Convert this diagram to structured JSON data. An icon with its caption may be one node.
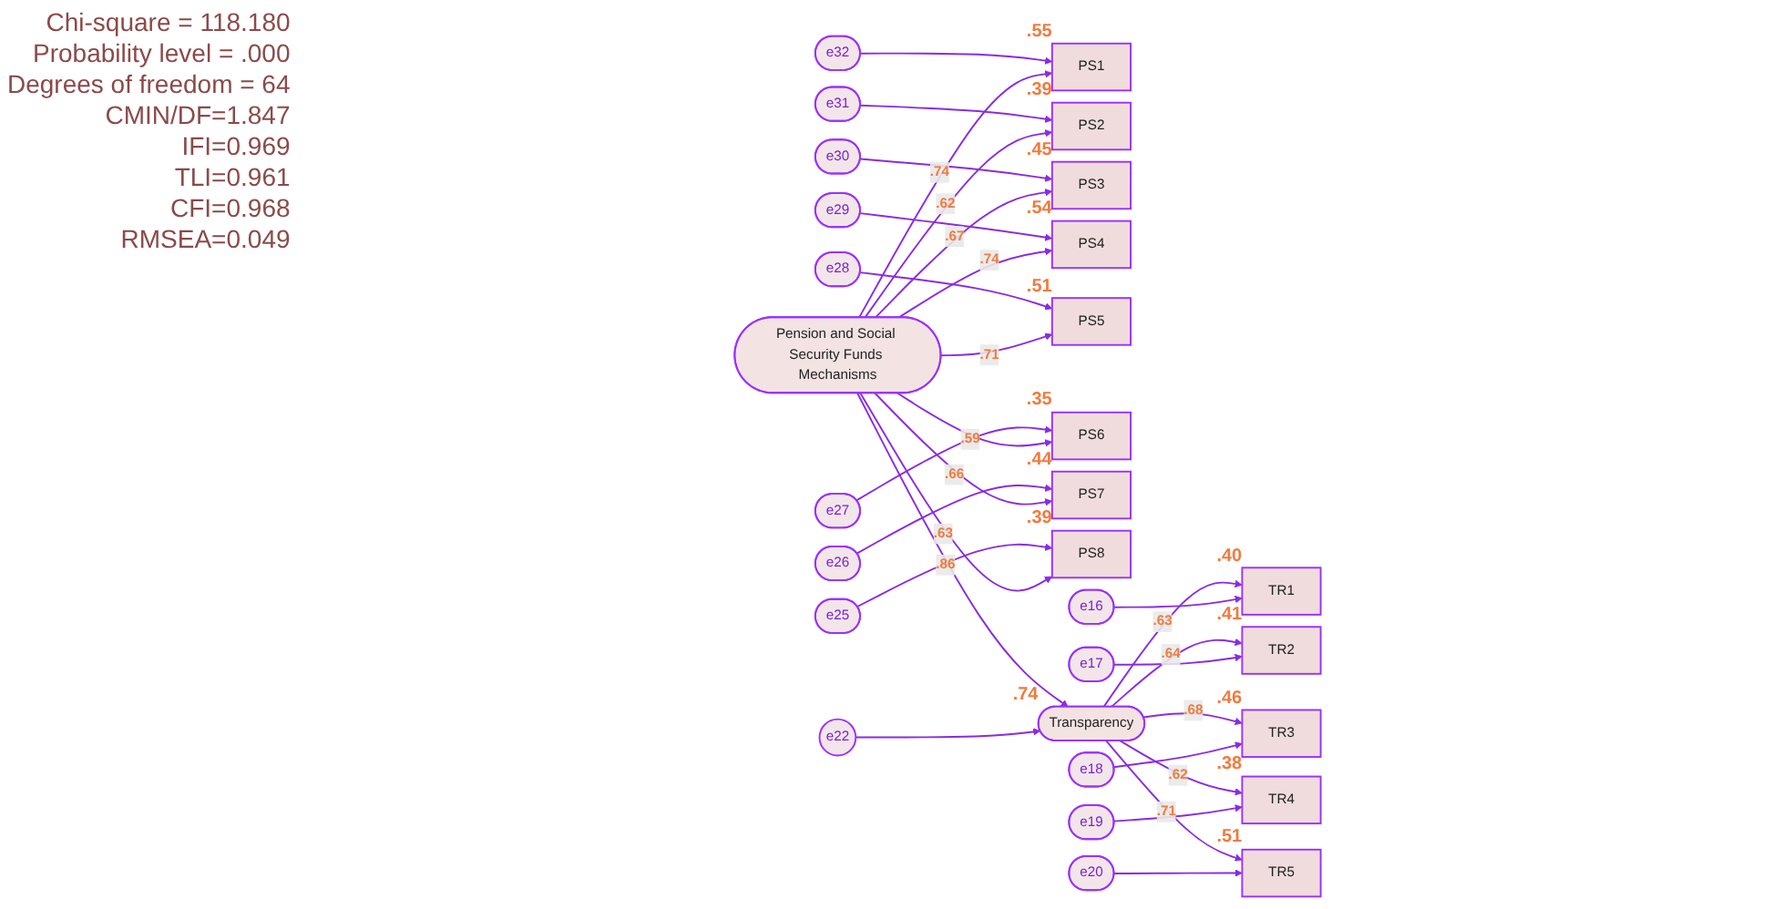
{
  "diagram": {
    "nodes": [
      {
        "text": [
          "e32"
        ]
      },
      {
        "text": [
          "e31"
        ]
      },
      {
        "text": [
          "e30"
        ]
      },
      {
        "text": [
          "e29"
        ]
      },
      {
        "text": [
          "e28"
        ]
      },
      {
        "text": [
          "e27"
        ]
      },
      {
        "text": [
          "e26"
        ]
      },
      {
        "text": [
          "e25"
        ]
      },
      {
        "text": [
          "PS1"
        ],
        "beside": [
          ".55"
        ]
      },
      {
        "text": [
          "PS2"
        ],
        "beside": [
          ".39"
        ]
      },
      {
        "text": [
          "PS3"
        ],
        "beside": [
          ".45"
        ]
      },
      {
        "text": [
          "PS4"
        ],
        "beside": [
          ".54"
        ]
      },
      {
        "text": [
          "PS5"
        ],
        "beside": [
          ".51"
        ]
      },
      {
        "text": [
          "PS6"
        ],
        "beside": [
          ".35"
        ]
      },
      {
        "text": [
          "PS7"
        ],
        "beside": [
          ".44"
        ]
      },
      {
        "text": [
          "PS8"
        ],
        "beside": [
          ".39"
        ]
      },
      {
        "text": [
          "Pension and Social Security Funds Mechanisms"
        ]
      },
      {
        "text": [
          "e22"
        ]
      },
      {
        "text": [
          "Transparency"
        ],
        "beside": [
          ".74"
        ]
      },
      {
        "text": [
          "TR1"
        ],
        "beside": [
          ".40"
        ]
      },
      {
        "text": [
          "TR2"
        ],
        "beside": [
          ".41"
        ]
      },
      {
        "text": [
          "TR3"
        ],
        "beside": [
          ".46"
        ]
      },
      {
        "text": [
          "TR4"
        ],
        "beside": [
          ".38"
        ]
      },
      {
        "text": [
          "TR5"
        ],
        "beside": [
          ".51"
        ]
      },
      {
        "text": [
          "e16"
        ]
      },
      {
        "text": [
          "e17"
        ]
      },
      {
        "text": [
          "e18"
        ]
      },
      {
        "text": [
          "e19"
        ]
      },
      {
        "text": [
          "e20"
        ]
      }
    ],
    "edges": [
      {
        "from": 0,
        "to": 8,
        "arrow": "to"
      },
      {
        "from": 1,
        "to": 9,
        "arrow": "to"
      },
      {
        "from": 2,
        "to": 10,
        "arrow": "to"
      },
      {
        "from": 3,
        "to": 11,
        "arrow": "to"
      },
      {
        "from": 4,
        "to": 12,
        "arrow": "to"
      },
      {
        "from": 5,
        "to": 13,
        "arrow": "to"
      },
      {
        "from": 6,
        "to": 14,
        "arrow": "to"
      },
      {
        "from": 7,
        "to": 15,
        "arrow": "to"
      },
      {
        "from": 16,
        "to": 8,
        "arrow": "to",
        "label": ".74"
      },
      {
        "from": 16,
        "to": 9,
        "arrow": "to",
        "label": ".62"
      },
      {
        "from": 16,
        "to": 10,
        "arrow": "to",
        "label": ".67"
      },
      {
        "from": 16,
        "to": 11,
        "arrow": "to",
        "label": ".74"
      },
      {
        "from": 16,
        "to": 12,
        "arrow": "to",
        "label": ".71"
      },
      {
        "from": 16,
        "to": 13,
        "arrow": "to",
        "label": ".59"
      },
      {
        "from": 16,
        "to": 14,
        "arrow": "to",
        "label": ".66"
      },
      {
        "from": 16,
        "to": 15,
        "arrow": "to",
        "label": ".63"
      },
      {
        "from": 16,
        "to": 18,
        "arrow": "to",
        "label": ".86"
      },
      {
        "from": 17,
        "to": 18,
        "arrow": "to"
      },
      {
        "from": 18,
        "to": 19,
        "arrow": "to",
        "label": ".63"
      },
      {
        "from": 18,
        "to": 20,
        "arrow": "to",
        "label": ".64"
      },
      {
        "from": 18,
        "to": 21,
        "arrow": "to",
        "label": ".68"
      },
      {
        "from": 18,
        "to": 22,
        "arrow": "to",
        "label": ".62"
      },
      {
        "from": 18,
        "to": 23,
        "arrow": "to",
        "label": ".71"
      },
      {
        "from": 24,
        "to": 19,
        "arrow": "to"
      },
      {
        "from": 25,
        "to": 20,
        "arrow": "to"
      },
      {
        "from": 26,
        "to": 21,
        "arrow": "to"
      },
      {
        "from": 27,
        "to": 22,
        "arrow": "to"
      },
      {
        "from": 28,
        "to": 23,
        "arrow": "to"
      }
    ],
    "labels": [
      "Chi-square = 118.180",
      "Probability level = .000",
      "Degrees of freedom = 64",
      "CMIN/DF=1.847",
      "IFI=0.969",
      "TLI=0.961",
      "CFI=0.968",
      "RMSEA=0.049"
    ]
  }
}
